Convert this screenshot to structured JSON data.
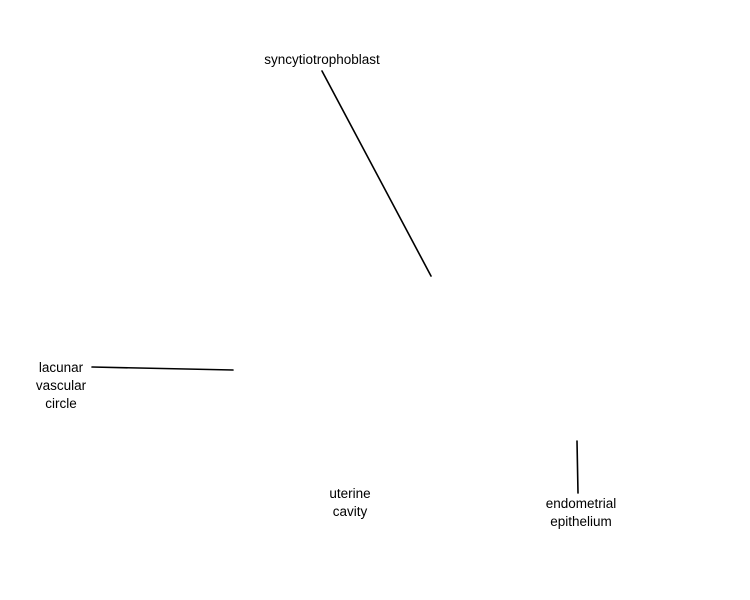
{
  "colors": {
    "background": "#ffffff",
    "line": "#000000",
    "text": "#000000"
  },
  "labels": {
    "syncytiotrophoblast": [
      "syncytiotrophoblast"
    ],
    "lacunar_vascular_circle": [
      "lacunar",
      "vascular",
      "circle"
    ],
    "uterine_cavity": [
      "uterine",
      "cavity"
    ],
    "endometrial_epithelium": [
      "endometrial",
      "epithelium"
    ]
  }
}
